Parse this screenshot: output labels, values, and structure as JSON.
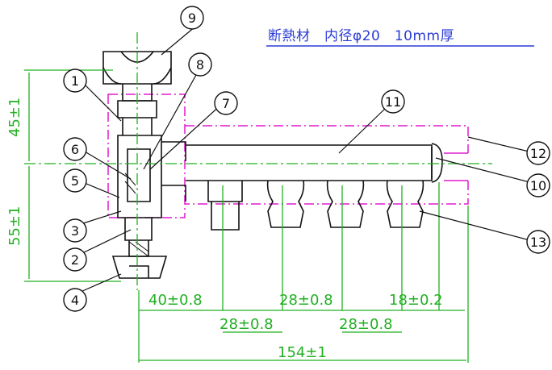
{
  "header": {
    "title": "断熱材　内径φ20　10mm厚"
  },
  "colors": {
    "title": "#2a3bd6",
    "dimension": "#22b022",
    "insulation": "#e01ad0",
    "outline": "#111111"
  },
  "part_labels": [
    "1",
    "2",
    "3",
    "4",
    "5",
    "6",
    "7",
    "8",
    "9",
    "10",
    "11",
    "12",
    "13"
  ],
  "dimensions": {
    "height_top": "45±1",
    "height_bottom": "55±1",
    "first_pitch": "40±0.8",
    "pitch_a": "28±0.8",
    "pitch_b": "28±0.8",
    "pitch_c": "28±0.8",
    "end_offset": "18±0.2",
    "overall_length": "154±1"
  }
}
